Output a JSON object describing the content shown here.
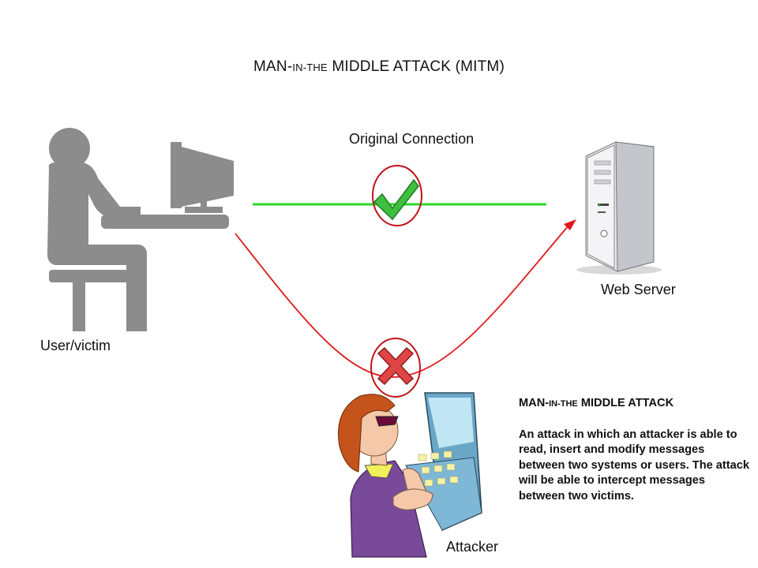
{
  "title": {
    "part1": "MAN-",
    "part2": "IN-THE",
    "part3": " MIDDLE ATTACK (MITM)"
  },
  "labels": {
    "connection": "Original Connection",
    "user": "User/victim",
    "server": "Web Server",
    "attacker": "Attacker"
  },
  "info": {
    "heading": {
      "part1": "MAN-",
      "part2": "IN-THE",
      "part3": " MIDDLE ATTACK"
    },
    "body": "An attack in which an attacker is able to read, insert and modify messages between two systems or users. The attack will be able to intercept messages between two victims."
  },
  "colors": {
    "secure_line": "#2bd62b",
    "attack_line": "#e0191b",
    "check": "#3fbf3f",
    "cross": "#e04545",
    "circle": "#c0141a",
    "person_gray": "#8c8c8c"
  }
}
